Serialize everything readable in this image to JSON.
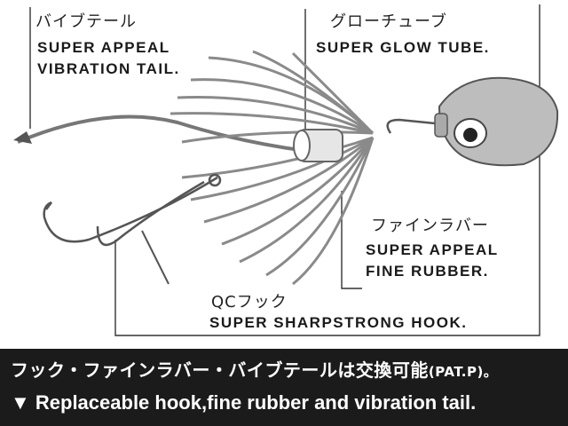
{
  "labels": {
    "vibration_tail": {
      "jp": "バイブテール",
      "en_line1": "SUPER APPEAL",
      "en_line2": "VIBRATION TAIL."
    },
    "glow_tube": {
      "jp": "グローチューブ",
      "en": "SUPER GLOW TUBE."
    },
    "fine_rubber": {
      "jp": "ファインラバー",
      "en_line1": "SUPER APPEAL",
      "en_line2": "FINE RUBBER."
    },
    "hook": {
      "jp": "QCフック",
      "en": "SUPER SHARPSTRONG HOOK."
    }
  },
  "banner": {
    "jp_main": "フック・ファインラバー・バイブテールは交換可能",
    "jp_suffix": "(PAT.P)。",
    "en": "▼ Replaceable hook,fine rubber and vibration tail."
  },
  "colors": {
    "text": "#1a1a1a",
    "banner_bg": "#1b1b1b",
    "banner_text": "#ffffff",
    "background": "#ffffff"
  }
}
